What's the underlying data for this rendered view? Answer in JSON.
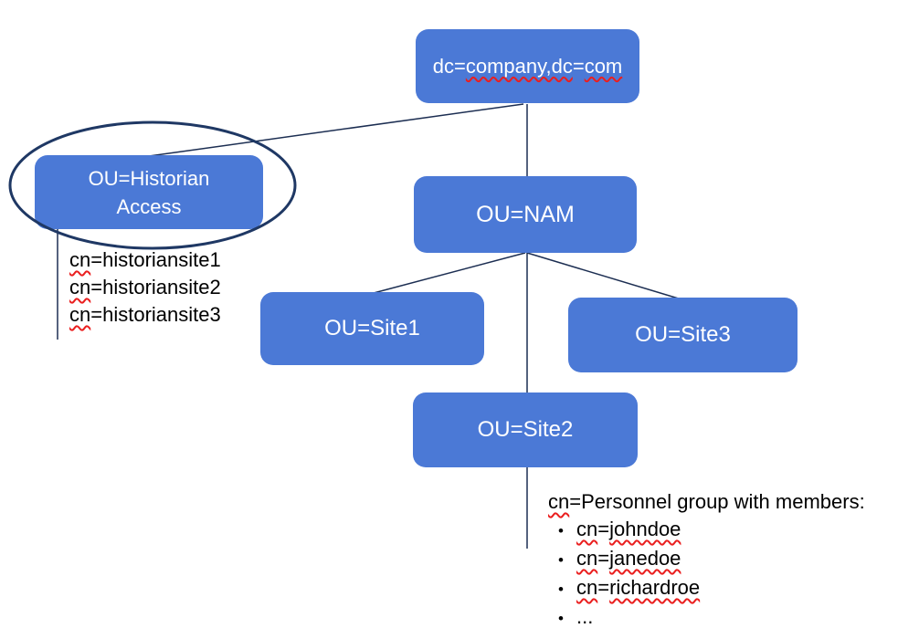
{
  "colors": {
    "node_fill": "#4b79d6",
    "node_text": "#ffffff",
    "connector": "#1c2e52",
    "emphasis_ellipse": "#1f3864",
    "annotation_text": "#000000",
    "squiggle_red": "#ea1f1f",
    "background": "#ffffff"
  },
  "nodes": {
    "root": {
      "segments": [
        "dc=",
        "company,dc",
        "=",
        "com"
      ]
    },
    "historian": {
      "line1": "OU=Historian",
      "line2": "Access"
    },
    "nam": {
      "label": "OU=NAM"
    },
    "site1": {
      "label": "OU=Site1"
    },
    "site2": {
      "label": "OU=Site2"
    },
    "site3": {
      "label": "OU=Site3"
    }
  },
  "annotations": {
    "historian_entries": [
      {
        "prefix": "cn",
        "rest": "=historiansite1"
      },
      {
        "prefix": "cn",
        "rest": "=historiansite2"
      },
      {
        "prefix": "cn",
        "rest": "=historiansite3"
      }
    ],
    "personnel": {
      "heading_prefix": "cn",
      "heading_rest": "=Personnel group with members:",
      "bullet_char": "•",
      "members": [
        {
          "prefix": "cn",
          "eq": "=",
          "name": "johndoe"
        },
        {
          "prefix": "cn",
          "eq": "=",
          "name": "janedoe"
        },
        {
          "prefix": "cn",
          "eq": "=",
          "name": "richardroe"
        }
      ],
      "more": "..."
    }
  }
}
